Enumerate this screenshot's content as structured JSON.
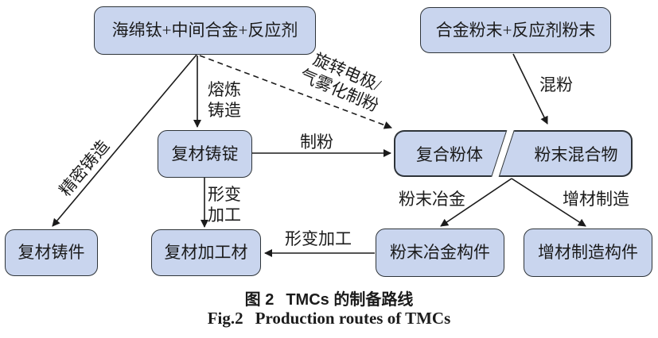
{
  "diagram": {
    "nodes": {
      "sponge_titanium": "海绵钛+中间合金+反应剂",
      "alloy_powder": "合金粉末+反应剂粉末",
      "composite_ingot": "复材铸锭",
      "composite_powder": "复合粉体",
      "powder_mixture": "粉末混合物",
      "composite_casting": "复材铸件",
      "composite_wrought": "复材加工材",
      "pm_component": "粉末冶金构件",
      "am_component": "增材制造构件"
    },
    "edges": {
      "melting_casting": {
        "line1": "熔炼",
        "line2": "铸造"
      },
      "precision_casting": "精密铸造",
      "atomization": {
        "line1": "旋转电极/",
        "line2": "气雾化制粉"
      },
      "powder_making": "制粉",
      "powder_mixing": "混粉",
      "deformation": {
        "line1": "形变",
        "line2": "加工"
      },
      "powder_metallurgy": "粉末冶金",
      "additive_manufacturing": "增材制造",
      "deformation_processing": "形变加工"
    },
    "caption": {
      "zh_prefix": "图 2",
      "zh_title": "TMCs 的制备路线",
      "en_prefix": "Fig.2",
      "en_title": "Production routes of TMCs"
    },
    "colors": {
      "node_fill": "#c9d5ee",
      "node_border": "#2e3439",
      "line": "#1b1b1b",
      "text": "#1b1b1b",
      "background": "#ffffff"
    }
  }
}
